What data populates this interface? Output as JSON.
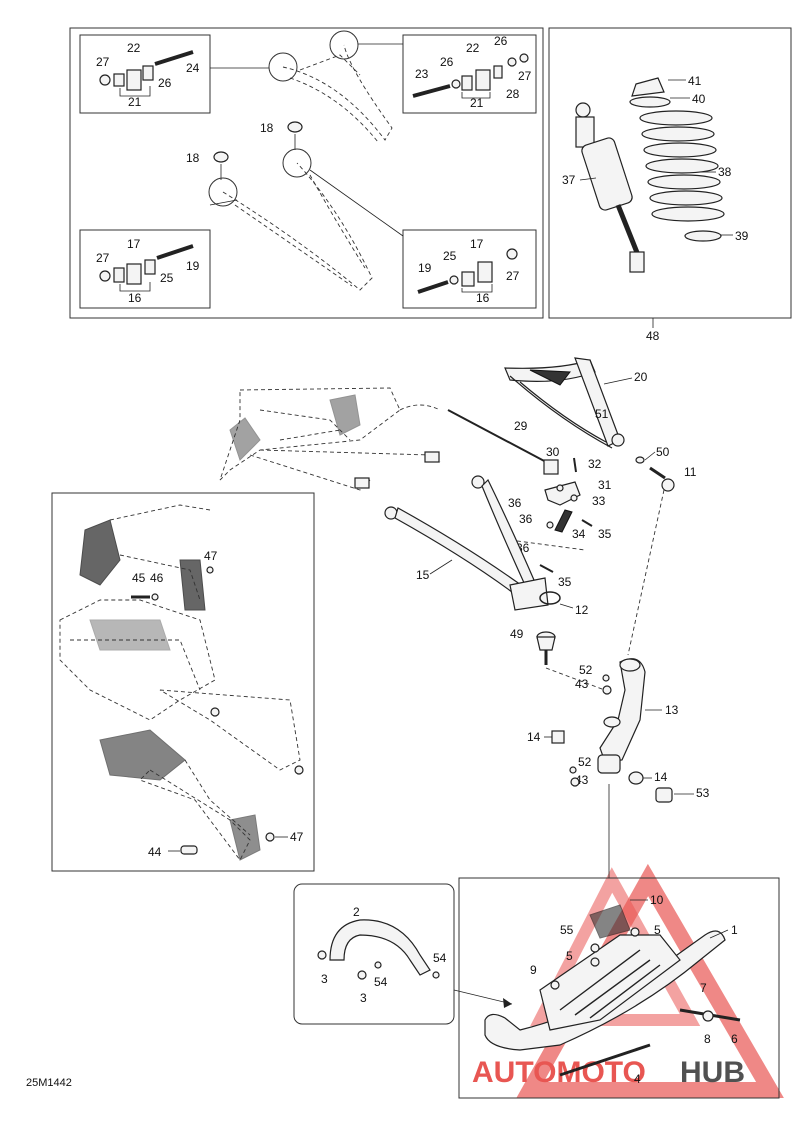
{
  "drawing_code": "25M1442",
  "watermark": {
    "part1": "AUTOMOTO",
    "part2": "HUB",
    "color_red": "#e53935",
    "color_dark": "#333333"
  },
  "callouts": {
    "c27a": "27",
    "c22a": "22",
    "c26a": "26",
    "c24": "24",
    "c21a": "21",
    "c23": "23",
    "c26b": "26",
    "c22b": "22",
    "c26c": "26",
    "c27b": "27",
    "c28": "28",
    "c21b": "21",
    "c18a": "18",
    "c18b": "18",
    "c27c": "27",
    "c17a": "17",
    "c25a": "25",
    "c19a": "19",
    "c16a": "16",
    "c19b": "19",
    "c25b": "25",
    "c17b": "17",
    "c27d": "27",
    "c16b": "16",
    "c41": "41",
    "c40": "40",
    "c37": "37",
    "c38": "38",
    "c39": "39",
    "c48": "48",
    "c20": "20",
    "c29": "29",
    "c51": "51",
    "c50": "50",
    "c11": "11",
    "c30": "30",
    "c32": "32",
    "c31": "31",
    "c36a": "36",
    "c33": "33",
    "c36b": "36",
    "c34": "34",
    "c35a": "35",
    "c36c": "36",
    "c35b": "35",
    "c15": "15",
    "c12": "12",
    "c49": "49",
    "c47a": "47",
    "c45": "45",
    "c46": "46",
    "c44": "44",
    "c47b": "47",
    "c52a": "52",
    "c43a": "43",
    "c13": "13",
    "c14a": "14",
    "c52b": "52",
    "c43b": "43",
    "c14b": "14",
    "c53": "53",
    "c2": "2",
    "c3a": "3",
    "c54a": "54",
    "c3b": "3",
    "c54b": "54",
    "c10": "10",
    "c1": "1",
    "c55": "55",
    "c5a": "5",
    "c5b": "5",
    "c9": "9",
    "c7": "7",
    "c8": "8",
    "c6": "6",
    "c4": "4"
  }
}
